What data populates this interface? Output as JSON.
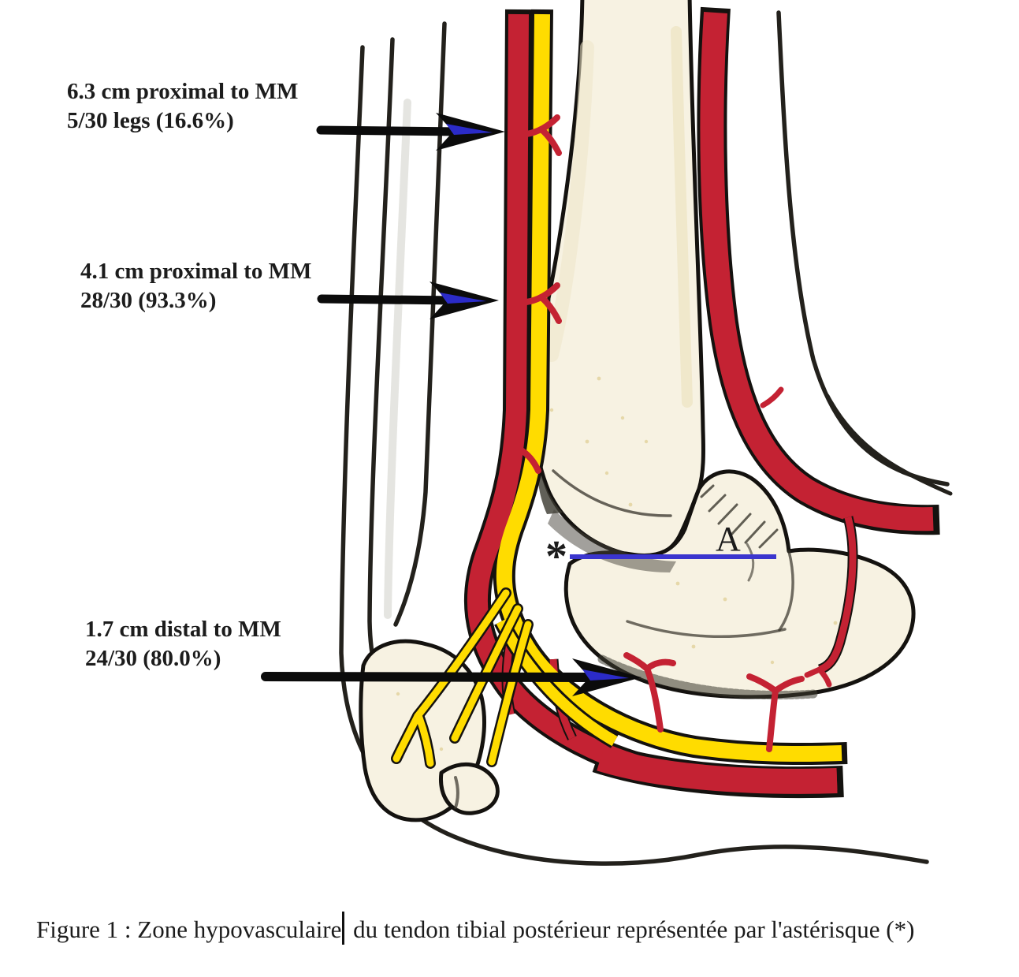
{
  "colors": {
    "artery_red": "#C42233",
    "tendon_yellow": "#FFDC00",
    "bone_cream": "#F7F2E2",
    "outline_black": "#14120f",
    "measure_blue": "#3B35CE",
    "arrow_blue": "#2B2BC8"
  },
  "annotations": [
    {
      "line1": "6.3 cm proximal to MM",
      "line2": "5/30 legs (16.6%)"
    },
    {
      "line1": "4.1 cm proximal to MM",
      "line2": "28/30 (93.3%)"
    },
    {
      "line1": "1.7 cm distal to MM",
      "line2": "24/30 (80.0%)"
    }
  ],
  "diagram": {
    "zone_marker": "*",
    "level_label": "A"
  },
  "caption": {
    "before_cursor": "Figure 1 : Zone hypovasculaire",
    "after_cursor": "du tendon tibial postérieur représentée par l'astérisque (*)"
  }
}
